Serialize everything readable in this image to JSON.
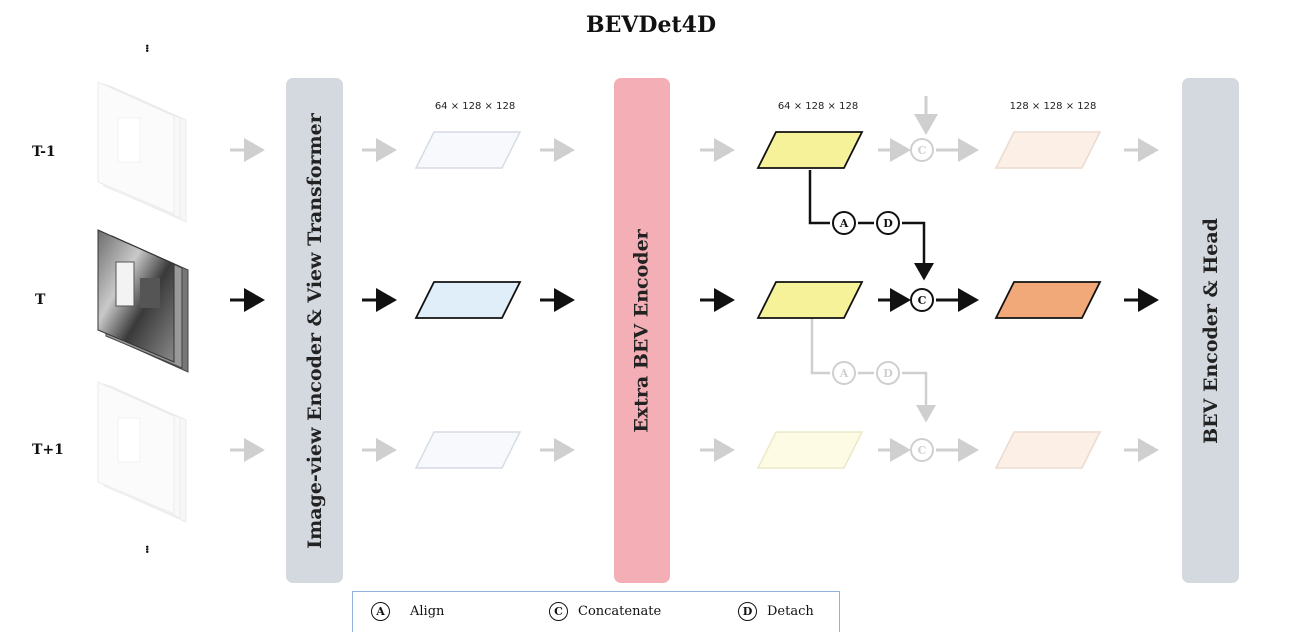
{
  "title": "BEVDet4D",
  "rows": {
    "prev": "T-1",
    "curr": "T",
    "next": "T+1"
  },
  "ellipsis": "•••",
  "blocks": {
    "image_view": "Image-view Encoder & View Transformer",
    "extra_bev": "Extra BEV Encoder",
    "bev_head": "BEV Encoder & Head"
  },
  "dims": {
    "first": "64 × 128 × 128",
    "second": "64 × 128 × 128",
    "third": "128 × 128 × 128"
  },
  "ops": {
    "align": "A",
    "concat": "C",
    "detach": "D"
  },
  "legend": {
    "align": {
      "symbol": "A",
      "label": "Align"
    },
    "concat": {
      "symbol": "C",
      "label": "Concatenate"
    },
    "detach": {
      "symbol": "D",
      "label": "Detach"
    }
  },
  "colors": {
    "image_view_block": "#d3d9df",
    "extra_bev_block": "#f3aeb6",
    "bev_head_block": "#d3d9df",
    "feature_blue": "#dfeef9",
    "feature_yellow": "#f6f29a",
    "feature_orange": "#f2a97a"
  }
}
